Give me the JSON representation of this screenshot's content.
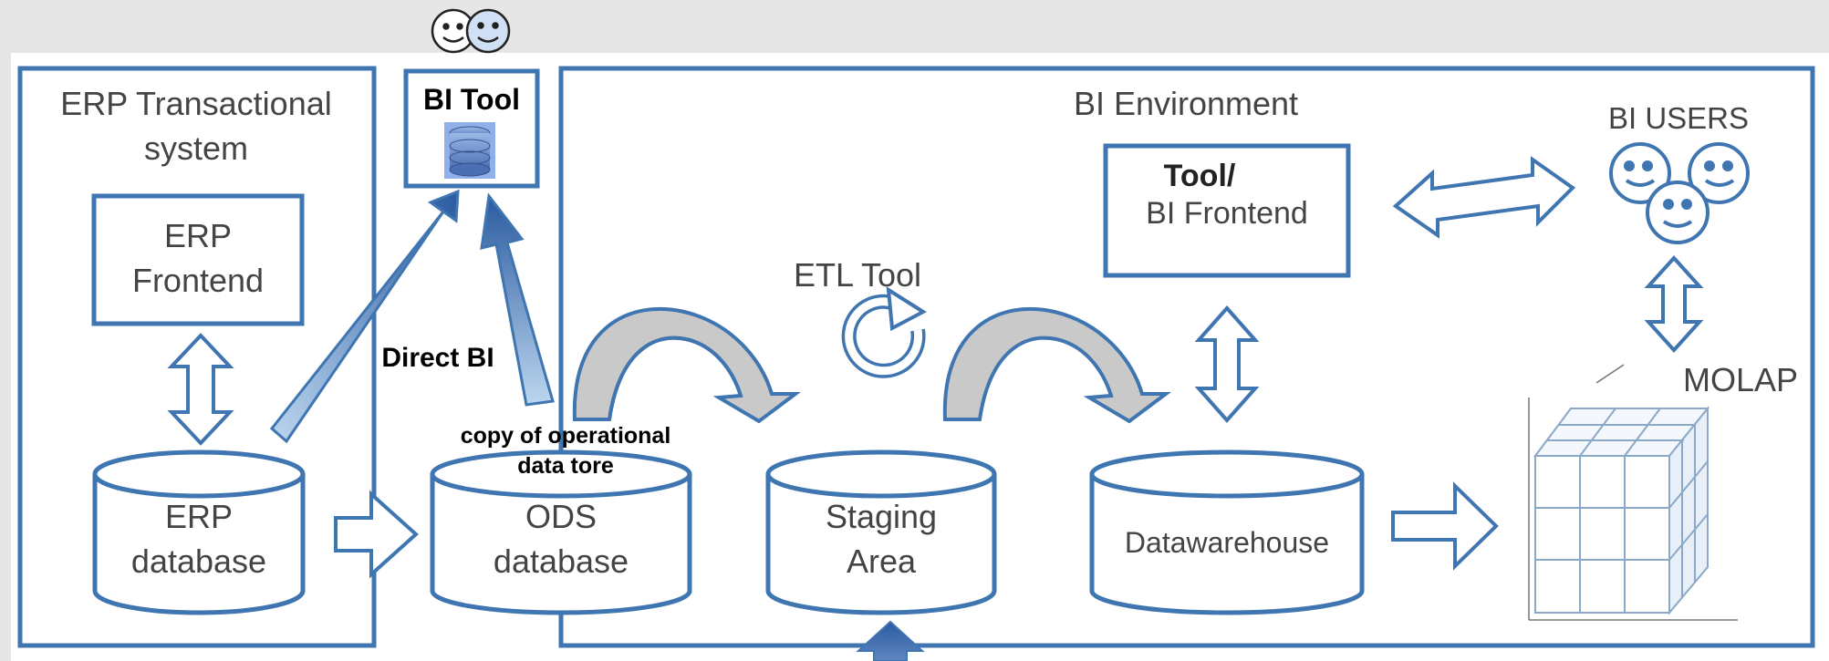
{
  "erp_panel": {
    "title_line1": "ERP Transactional",
    "title_line2": "system"
  },
  "erp_frontend": {
    "line1": "ERP",
    "line2": "Frontend"
  },
  "erp_database": {
    "line1": "ERP",
    "line2": "database"
  },
  "bi_tool": {
    "label": "BI Tool"
  },
  "direct_bi": {
    "label": "Direct BI"
  },
  "ods_note": {
    "line1": "copy of operational",
    "line2": "data tore"
  },
  "ods_database": {
    "line1": "ODS",
    "line2": "database"
  },
  "bi_environment": {
    "title": "BI Environment"
  },
  "etl_tool": {
    "label": "ETL Tool"
  },
  "staging_area": {
    "line1": "Staging",
    "line2": "Area"
  },
  "datawarehouse": {
    "label": "Datawarehouse"
  },
  "bi_frontend": {
    "line1": "Tool/",
    "line2": "BI Frontend"
  },
  "bi_users": {
    "label": "BI USERS"
  },
  "molap": {
    "label": "MOLAP"
  },
  "colors": {
    "outline": "#3f75b0",
    "arrow_dark": "#2a5aa0",
    "arrow_light": "#bcd6ef",
    "panel_bg": "#ffffff",
    "page_bg": "#e6e6e6",
    "cube_grid": "#8aa9c9"
  }
}
